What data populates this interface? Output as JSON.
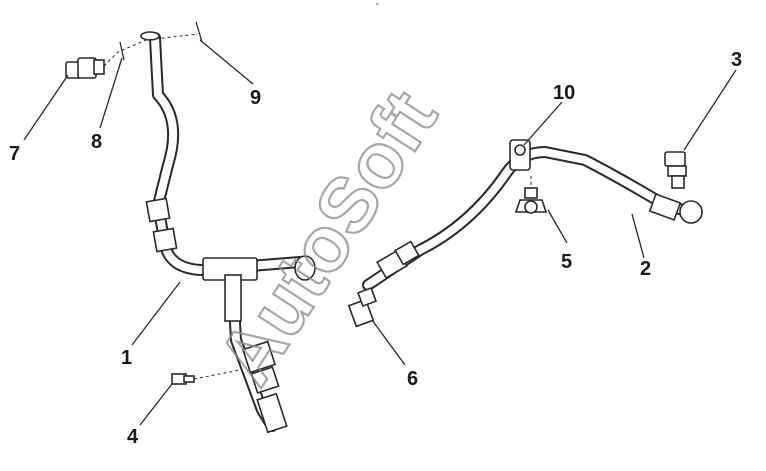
{
  "diagram": {
    "top_mark": "″",
    "watermark": "AutoSoft",
    "callouts": [
      {
        "id": "1",
        "label": "1"
      },
      {
        "id": "2",
        "label": "2"
      },
      {
        "id": "3",
        "label": "3"
      },
      {
        "id": "4",
        "label": "4"
      },
      {
        "id": "5",
        "label": "5"
      },
      {
        "id": "6",
        "label": "6"
      },
      {
        "id": "7",
        "label": "7"
      },
      {
        "id": "8",
        "label": "8"
      },
      {
        "id": "9",
        "label": "9"
      },
      {
        "id": "10",
        "label": "10"
      }
    ]
  }
}
